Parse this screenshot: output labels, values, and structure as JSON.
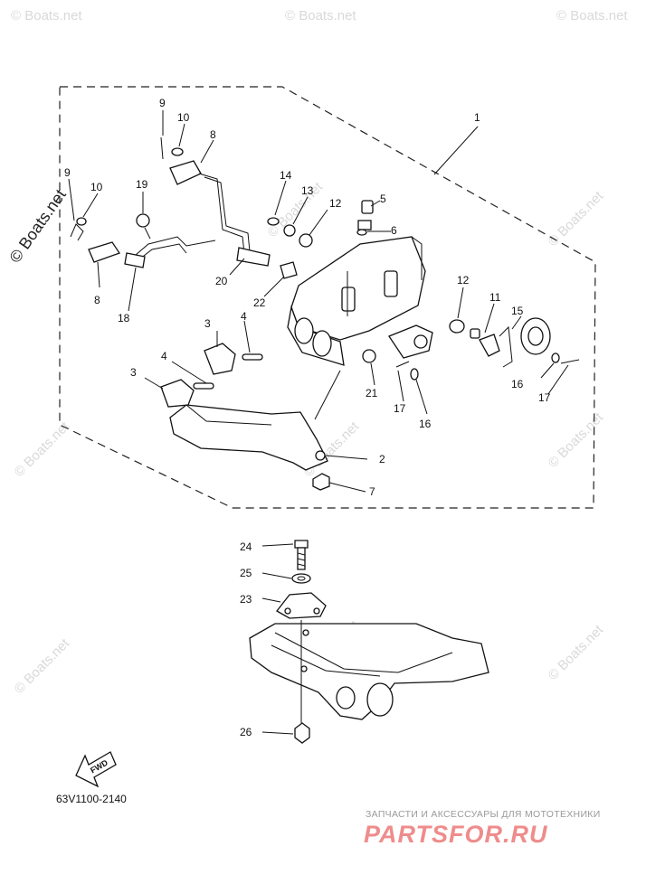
{
  "watermark": {
    "main": "© Boats.net",
    "faded": "© Boats.net"
  },
  "diagram": {
    "code": "63V1100-2140",
    "fwd_label": "FWD",
    "part_numbers": [
      "1",
      "2",
      "3",
      "3",
      "4",
      "4",
      "5",
      "6",
      "7",
      "8",
      "8",
      "9",
      "9",
      "10",
      "10",
      "11",
      "12",
      "12",
      "13",
      "14",
      "15",
      "16",
      "16",
      "17",
      "17",
      "18",
      "19",
      "20",
      "21",
      "22",
      "23",
      "24",
      "25",
      "26"
    ]
  },
  "footer": {
    "tagline": "ЗАПЧАСТИ И АКСЕССУАРЫ ДЛЯ МОТОТЕХНИКИ",
    "brand": "PARTSFOR.RU"
  }
}
